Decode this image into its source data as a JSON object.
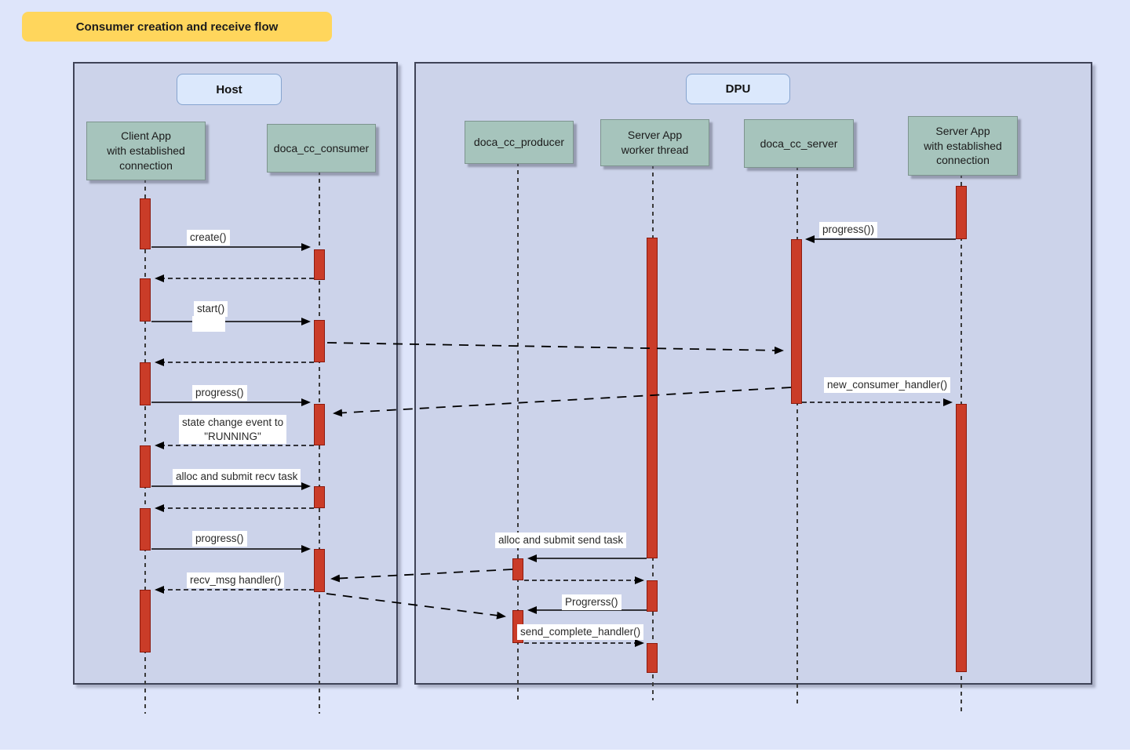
{
  "title": "Consumer creation and receive flow",
  "host": {
    "label": "Host",
    "lifelines": [
      {
        "name": "client-app",
        "label": "Client App\nwith established\nconnection"
      },
      {
        "name": "doca-cc-consumer",
        "label": "doca_cc_consumer"
      }
    ]
  },
  "dpu": {
    "label": "DPU",
    "lifelines": [
      {
        "name": "doca-cc-producer",
        "label": "doca_cc_producer"
      },
      {
        "name": "server-app-worker-thread",
        "label": "Server App\nworker thread"
      },
      {
        "name": "doca-cc-server",
        "label": "doca_cc_server"
      },
      {
        "name": "server-app-established",
        "label": "Server App\nwith established\nconnection"
      }
    ]
  },
  "messages": {
    "create": "create()",
    "start": "start()",
    "progress1": "progress()",
    "state_change": "state change event to\n\"RUNNING\"",
    "alloc_recv": "alloc and submit recv task",
    "progress2": "progress()",
    "recv_msg_handler": "recv_msg handler()",
    "progress_dpu": "progress())",
    "new_consumer_handler": "new_consumer_handler()",
    "alloc_send": "alloc and submit send task",
    "progrerss": "Progrerss()",
    "send_complete_handler": "send_complete_handler()"
  },
  "colors": {
    "page_background": "#dee5fa",
    "container_fill": "#ccd3ea",
    "container_border": "#3f4357",
    "title_badge_fill": "#ffd65c",
    "lifeline_box_fill": "#a6c4bc",
    "frame_label_fill": "#dbe8fc",
    "activation_fill": "#ca3c28",
    "activation_border": "#8c1a0e",
    "arrow_color": "#000000"
  }
}
